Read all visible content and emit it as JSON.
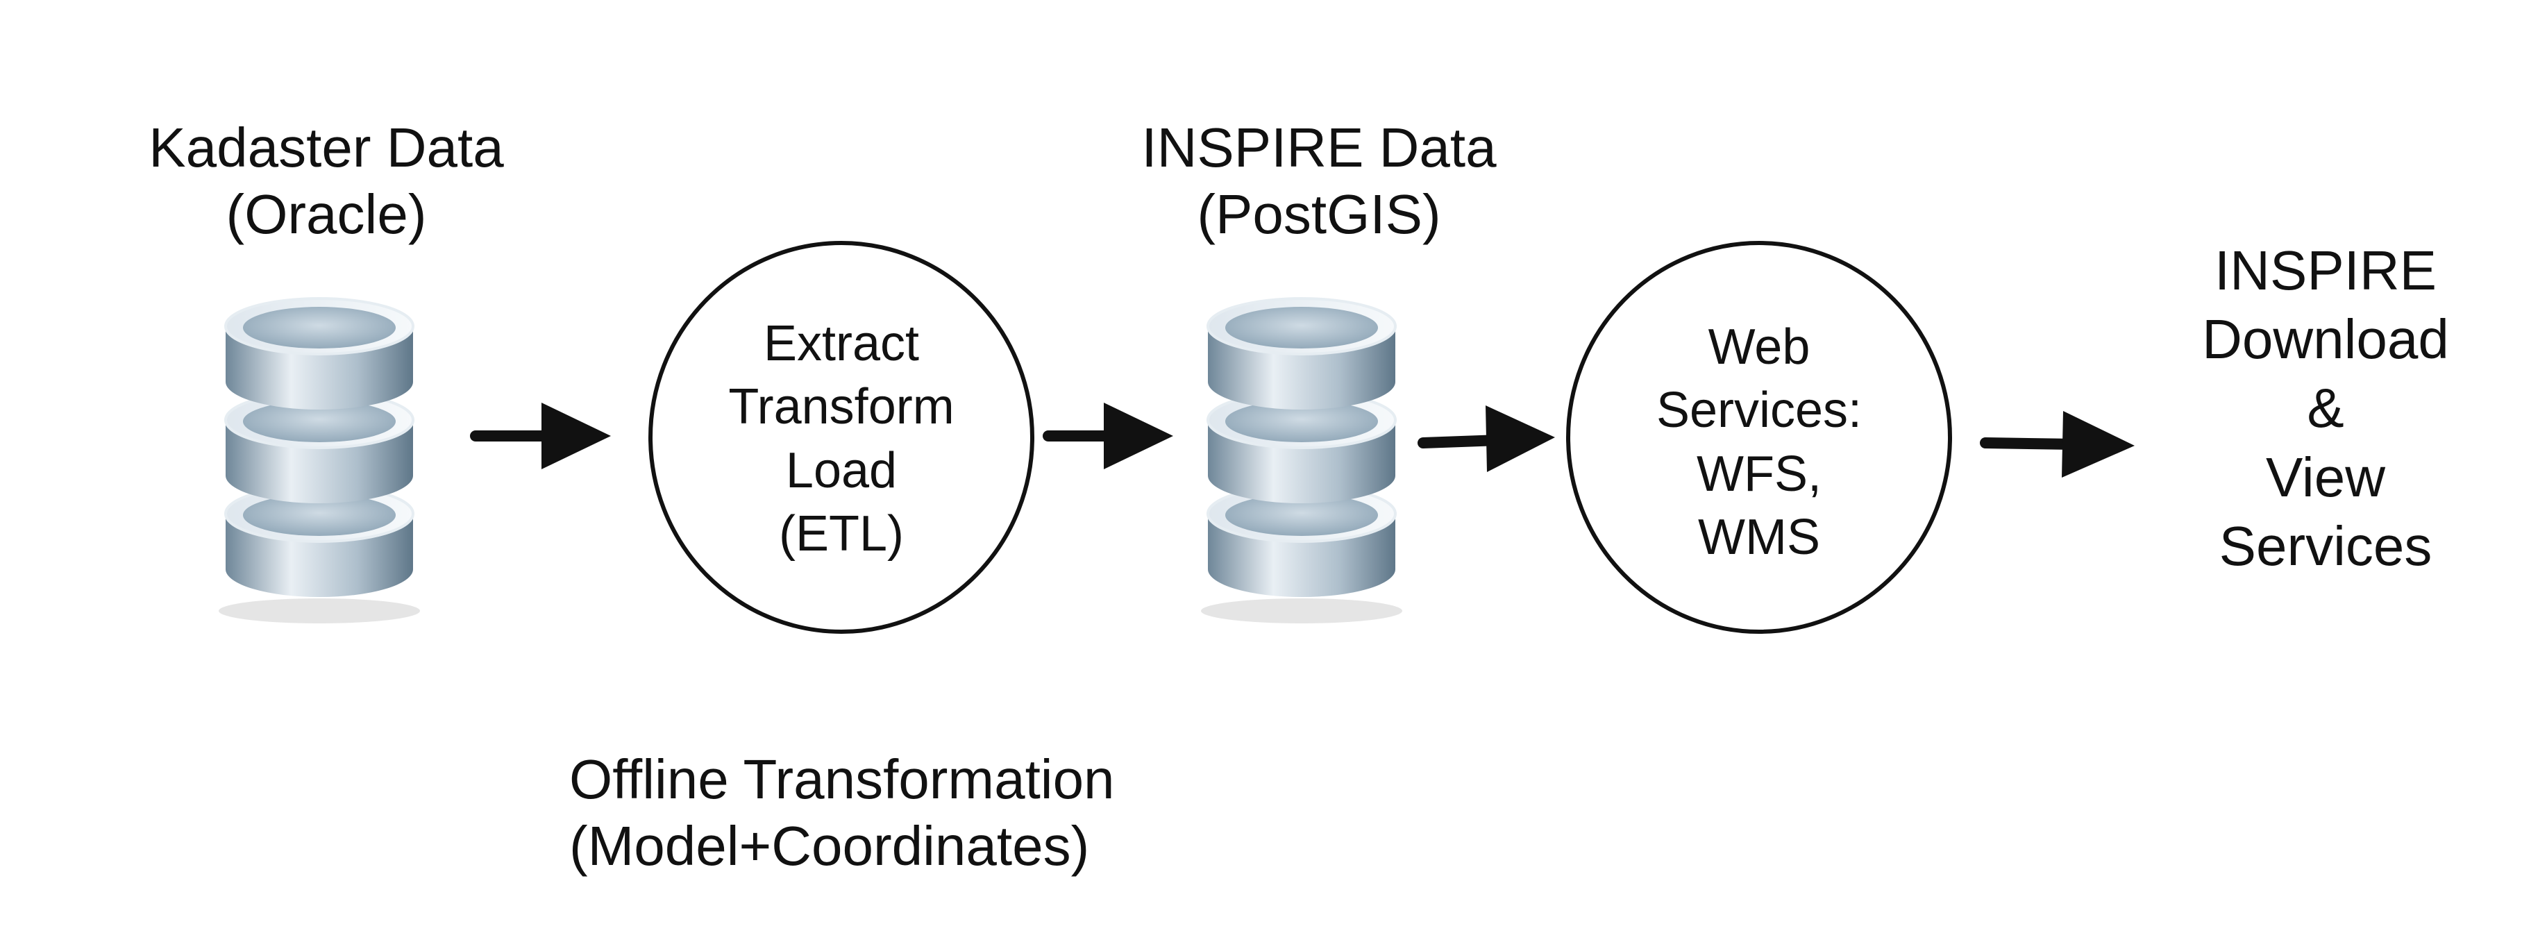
{
  "nodes": {
    "kadaster": {
      "title": "Kadaster Data",
      "subtitle": "(Oracle)"
    },
    "etl": {
      "lines": [
        "Extract",
        "Transform",
        "Load",
        "(ETL)"
      ]
    },
    "inspire_data": {
      "title": "INSPIRE Data",
      "subtitle": "(PostGIS)"
    },
    "web_services": {
      "lines": [
        "Web",
        "Services:",
        "WFS,",
        "WMS"
      ]
    },
    "inspire_services": {
      "lines": [
        "INSPIRE",
        "Download",
        "&",
        "View",
        "Services"
      ]
    }
  },
  "annotation": {
    "lines": [
      "Offline Transformation",
      "(Model+Coordinates)"
    ]
  },
  "colors": {
    "db_light": "#e8eef3",
    "db_mid": "#aebfcc",
    "db_dark": "#6f8799",
    "stroke": "#111111"
  }
}
